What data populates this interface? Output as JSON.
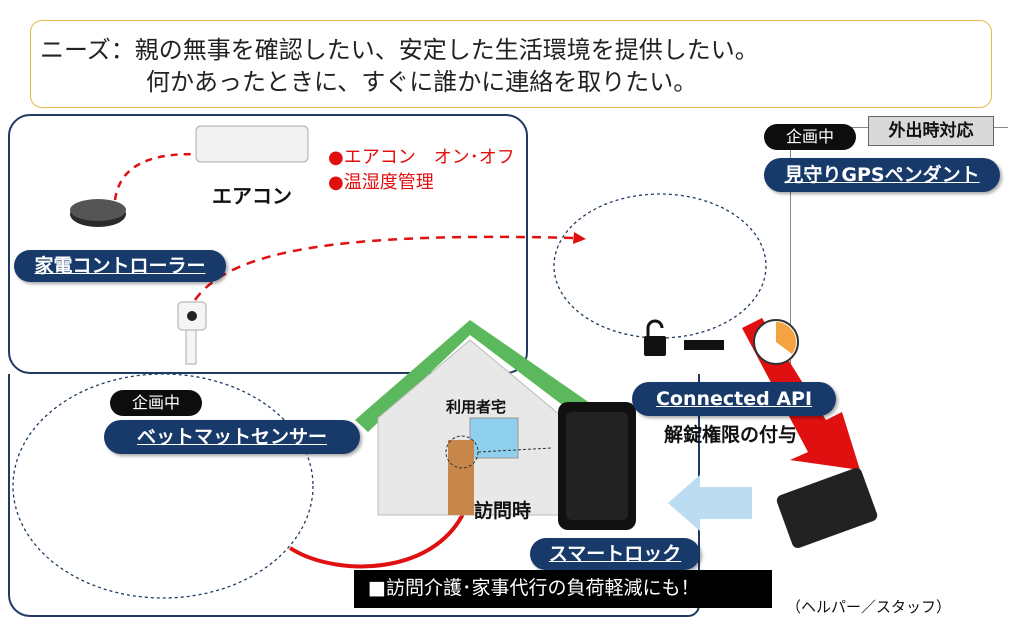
{
  "needs": {
    "line1": "ニーズ：親の無事を確認したい、安定した生活環境を提供したい。",
    "line2": "何かあったときに、すぐに誰かに連絡を取りたい。"
  },
  "aircon": {
    "label": "エアコン",
    "feature1": "●エアコン　オン･オフ",
    "feature2": "●温湿度管理"
  },
  "controller": {
    "label": "家電コントローラー"
  },
  "gps": {
    "planning": "企画中",
    "outing": "外出時対応",
    "label": "見守りGPSペンダント"
  },
  "bed_sensor": {
    "planning": "企画中",
    "label": "ベットマットセンサー"
  },
  "house": {
    "label": "利用者宅",
    "visit": "訪問時"
  },
  "api": {
    "label": "Connected API",
    "sub": "解錠権限の付与"
  },
  "smartlock": {
    "label": "スマートロック"
  },
  "banner": {
    "text": "■訪問介護･家事代行の負荷軽減にも！"
  },
  "helper": {
    "label": "（ヘルパー／スタッフ）"
  },
  "colors": {
    "navy": "#173a6b",
    "red": "#e01010",
    "gold": "#e8b84a",
    "green": "#5cb85c"
  }
}
